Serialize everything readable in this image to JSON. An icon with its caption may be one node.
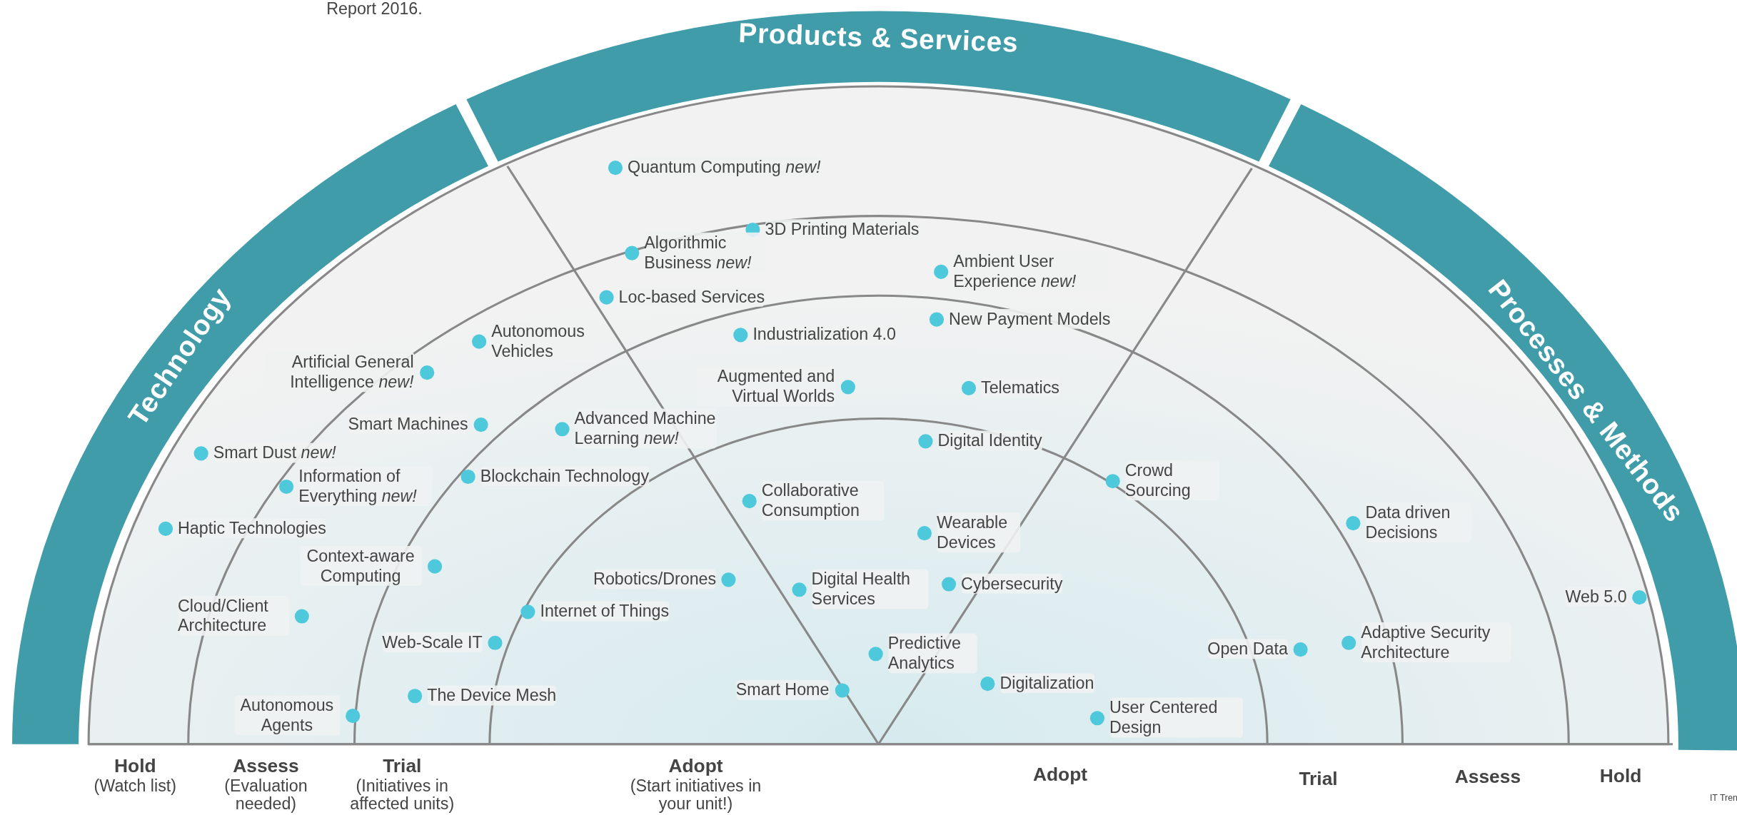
{
  "diagram": {
    "nodes": [
      {
        "text": [
          "Technology"
        ]
      },
      {
        "text": [
          "Products & Services"
        ]
      },
      {
        "text": [
          "Processes & Methods"
        ]
      },
      {
        "text": [
          "Quantum Computing *new!*"
        ]
      },
      {
        "text": [
          "3D Printing Materials"
        ]
      },
      {
        "text": [
          "Algorithmic Business *new!*"
        ]
      },
      {
        "text": [
          "Ambient User Experience *new!*"
        ]
      },
      {
        "text": [
          "Loc-based Services"
        ]
      },
      {
        "text": [
          "Autonomous Vehicles"
        ]
      },
      {
        "text": [
          "Industrialization 4.0"
        ]
      },
      {
        "text": [
          "New Payment Models"
        ]
      },
      {
        "text": [
          "Artificial General Intelligence *new!*"
        ]
      },
      {
        "text": [
          "Augmented and Virtual Worlds"
        ]
      },
      {
        "text": [
          "Telematics"
        ]
      },
      {
        "text": [
          "Smart Machines"
        ]
      },
      {
        "text": [
          "Advanced Machine Learning *new!*"
        ]
      },
      {
        "text": [
          "Digital Identity"
        ]
      },
      {
        "text": [
          "Smart Dust *new!*"
        ]
      },
      {
        "text": [
          "Information of Everything *new!*"
        ]
      },
      {
        "text": [
          "Blockchain Technology"
        ]
      },
      {
        "text": [
          "Crowd Sourcing"
        ]
      },
      {
        "text": [
          "Collaborative Consumption"
        ]
      },
      {
        "text": [
          "Haptic Technologies"
        ]
      },
      {
        "text": [
          "Wearable Devices"
        ]
      },
      {
        "text": [
          "Data driven Decisions"
        ]
      },
      {
        "text": [
          "Context-aware Computing"
        ]
      },
      {
        "text": [
          "Robotics/Drones"
        ]
      },
      {
        "text": [
          "Digital Health Services"
        ]
      },
      {
        "text": [
          "Cybersecurity"
        ]
      },
      {
        "text": [
          "Cloud/Client Architecture"
        ]
      },
      {
        "text": [
          "Internet of Things"
        ]
      },
      {
        "text": [
          "Web 5.0"
        ]
      },
      {
        "text": [
          "Web-Scale IT"
        ]
      },
      {
        "text": [
          "Open Data"
        ]
      },
      {
        "text": [
          "Adaptive Security Architecture"
        ]
      },
      {
        "text": [
          "Predictive Analytics"
        ]
      },
      {
        "text": [
          "Smart Home"
        ]
      },
      {
        "text": [
          "Digitalization"
        ]
      },
      {
        "text": [
          "The Device Mesh"
        ]
      },
      {
        "text": [
          "Autonomous Agents"
        ]
      },
      {
        "text": [
          "User Centered Design"
        ]
      }
    ],
    "labels": [
      "Report 2016.",
      "Hold",
      "(Watch list)",
      "Assess",
      "(Evaluation needed)",
      "Trial",
      "(Initiatives in affected units)",
      "Adopt",
      "(Start initiatives in your unit!)",
      "Adopt",
      "Trial",
      "Assess",
      "Hold",
      "IT Tren"
    ]
  }
}
